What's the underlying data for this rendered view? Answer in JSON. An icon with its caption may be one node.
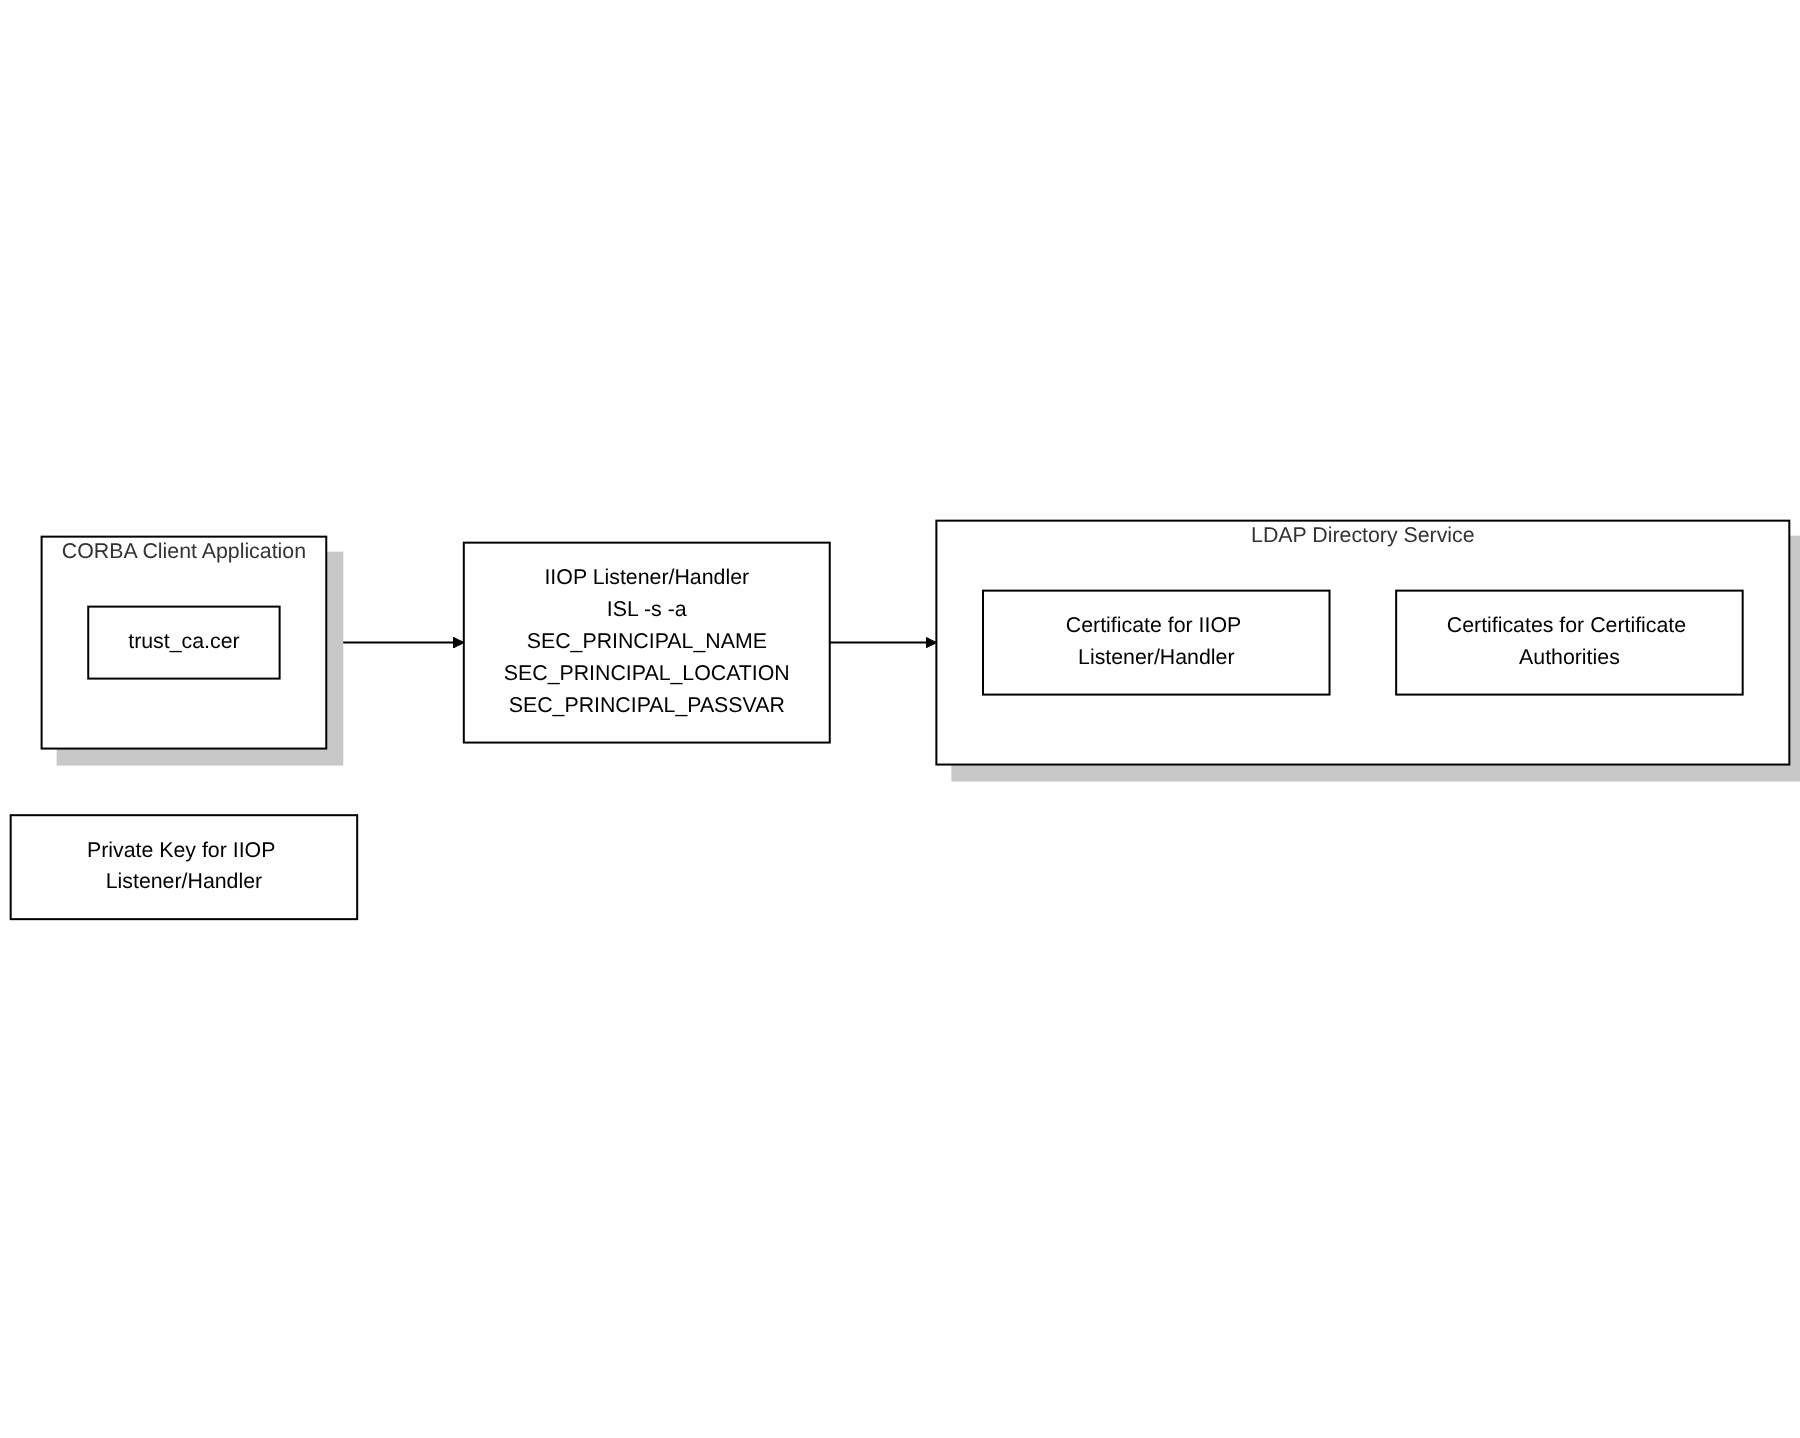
{
  "diagram": {
    "nodes": [
      {
        "text": [
          "CORBA Client Application"
        ]
      },
      {
        "text": [
          "trust_ca.cer"
        ],
        "in": 0
      },
      {
        "text": [
          "IIOP Listener/Handler",
          "ISL -s -a",
          "SEC_PRINCIPAL_NAME",
          "SEC_PRINCIPAL_LOCATION",
          "SEC_PRINCIPAL_PASSVAR"
        ]
      },
      {
        "text": [
          "LDAP Directory Service"
        ]
      },
      {
        "text": [
          "Certificate for IIOP Listener/Handler"
        ],
        "in": 3
      },
      {
        "text": [
          "Certificates for Certificate Authorities"
        ],
        "in": 3
      },
      {
        "text": [
          "Private Key for IIOP Listener/Handler"
        ]
      }
    ],
    "edges": [
      {
        "from": 0,
        "to": 2,
        "arrow": "to"
      },
      {
        "from": 2,
        "to": 3,
        "arrow": "to"
      }
    ]
  }
}
